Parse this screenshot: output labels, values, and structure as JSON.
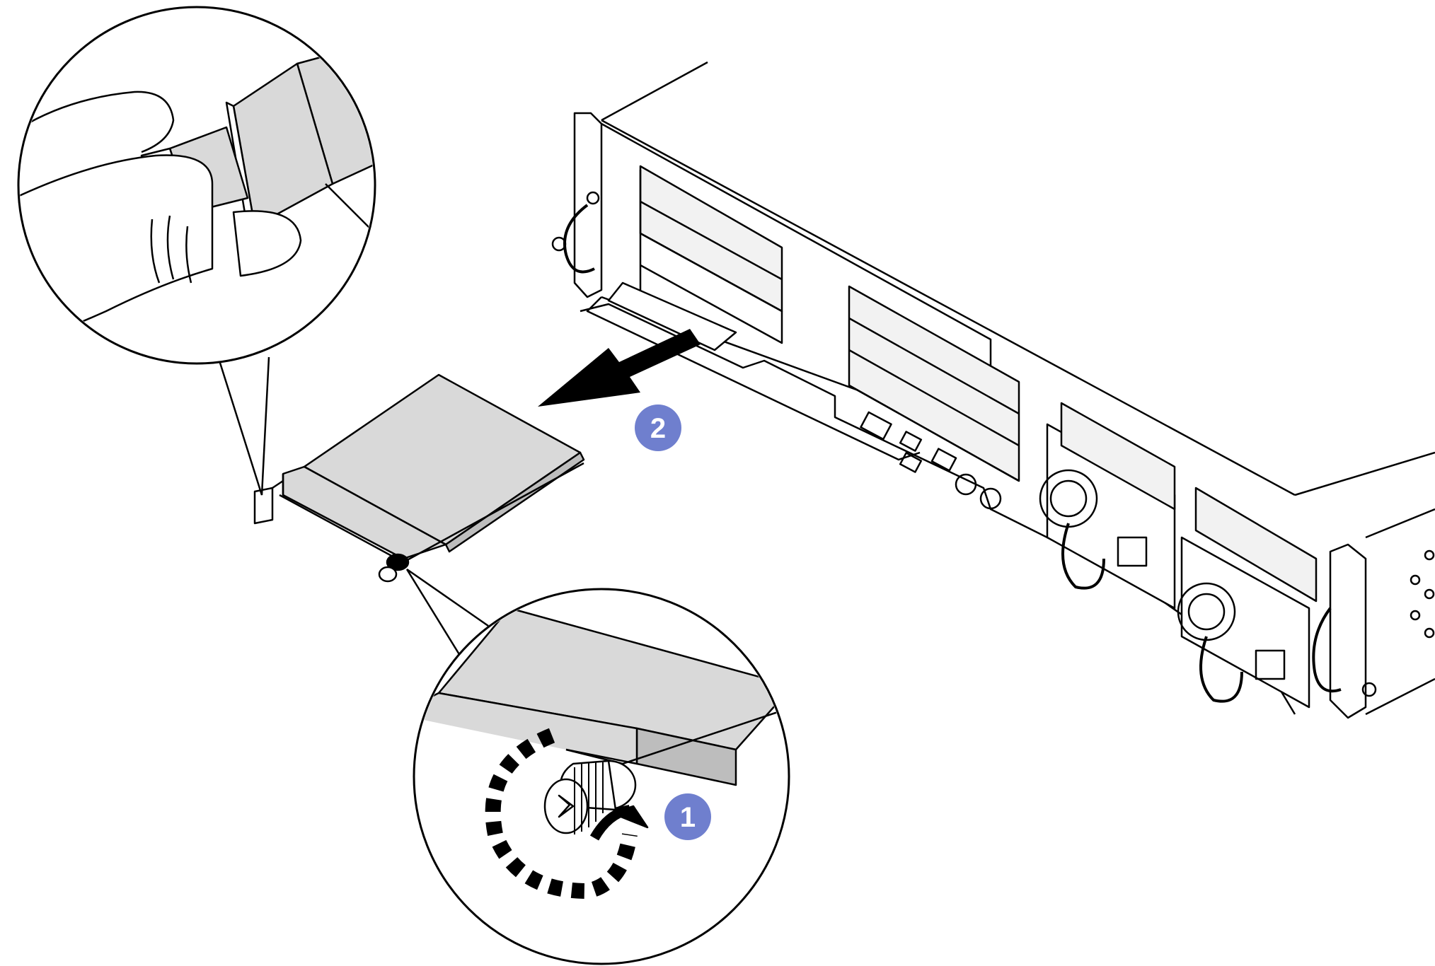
{
  "callouts": [
    {
      "id": "step-1",
      "label": "1"
    },
    {
      "id": "step-2",
      "label": "2"
    }
  ],
  "colors": {
    "line": "#000000",
    "panel_fill": "#d9d9d9",
    "badge": "#6f7fce",
    "background": "#ffffff"
  },
  "icons": {
    "pull_arrow": "arrow-left-down-icon",
    "rotate_arrow": "rotate-counterclockwise-icon"
  }
}
